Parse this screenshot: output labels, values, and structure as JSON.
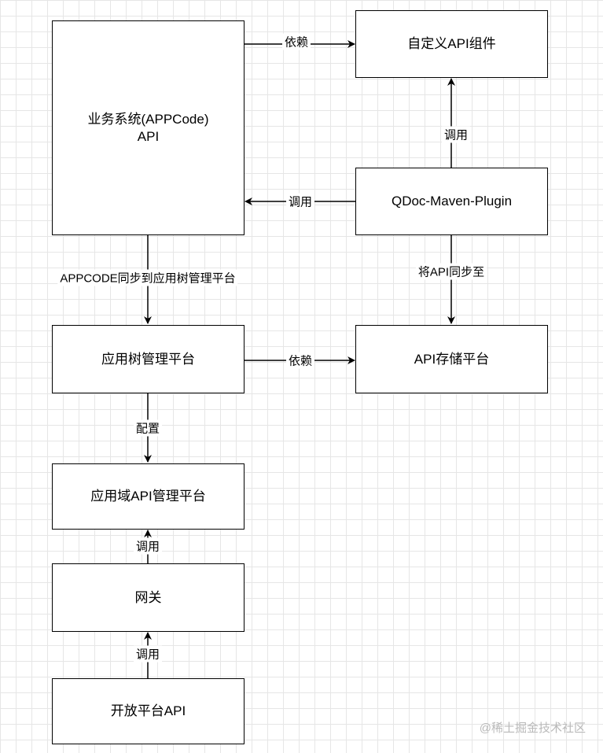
{
  "diagram": {
    "nodes": {
      "business_api": "业务系统(APPCode)\nAPI",
      "custom_api_component": "自定义API组件",
      "qdoc_plugin": "QDoc-Maven-Plugin",
      "app_tree_platform": "应用树管理平台",
      "api_storage_platform": "API存储平台",
      "app_domain_api_platform": "应用域API管理平台",
      "gateway": "网关",
      "open_platform_api": "开放平台API"
    },
    "edges": {
      "business_to_custom": "依赖",
      "qdoc_to_custom": "调用",
      "qdoc_to_business": "调用",
      "business_to_tree": "APPCODE同步到应用树管理平台",
      "qdoc_to_storage": "将API同步至",
      "tree_to_storage": "依赖",
      "tree_to_domain": "配置",
      "gateway_to_domain": "调用",
      "open_to_gateway": "调用"
    }
  },
  "watermark": "@稀土掘金技术社区",
  "colors": {
    "stroke": "#000000",
    "grid": "#e6e6e6",
    "watermark": "#b9b9b9"
  }
}
